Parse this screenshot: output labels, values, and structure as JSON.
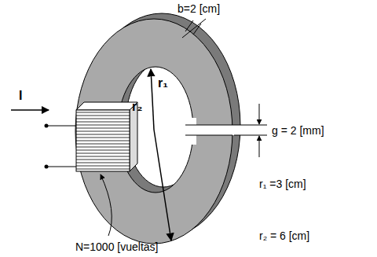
{
  "diagram": {
    "labels": [
      "b=2 [cm]",
      "g = 2 [mm]",
      "I",
      "r₁",
      "r₂",
      "r₁ =3 [cm]",
      "r₂ = 6 [cm]",
      "N=1000 [vueltas]"
    ]
  }
}
